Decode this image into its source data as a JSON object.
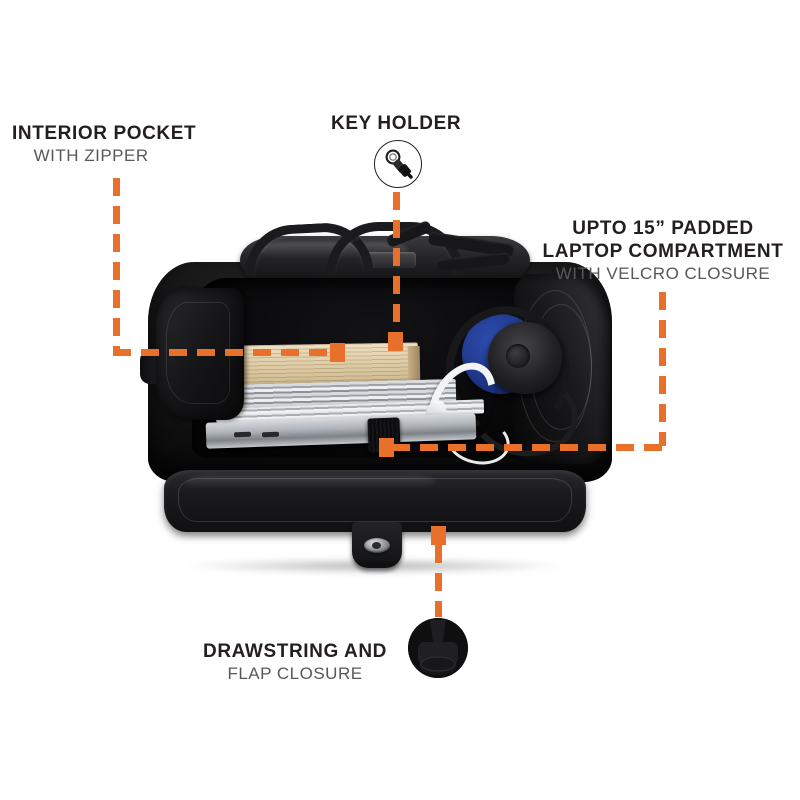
{
  "page": {
    "background_color": "#ffffff",
    "accent_color": "#e8702a",
    "title_color": "#231f20",
    "subtitle_color": "#58585b"
  },
  "callouts": [
    {
      "id": "interior-pocket",
      "title": "INTERIOR POCKET",
      "subtitle": "WITH ZIPPER"
    },
    {
      "id": "key-holder",
      "title": "KEY HOLDER",
      "subtitle": "",
      "icon": "key-holder-icon"
    },
    {
      "id": "laptop-compartment",
      "title_line1": "UPTO 15” PADDED",
      "title_line2": "LAPTOP COMPARTMENT",
      "subtitle": "WITH VELCRO CLOSURE"
    },
    {
      "id": "drawstring-flap",
      "title": "DRAWSTRING AND",
      "subtitle": "FLAP CLOSURE"
    }
  ],
  "product": {
    "name": "open-backpack-photo",
    "contents": [
      "book",
      "magazines",
      "laptop",
      "white-headphones",
      "blue-black-headphones",
      "velcro-strap"
    ]
  }
}
